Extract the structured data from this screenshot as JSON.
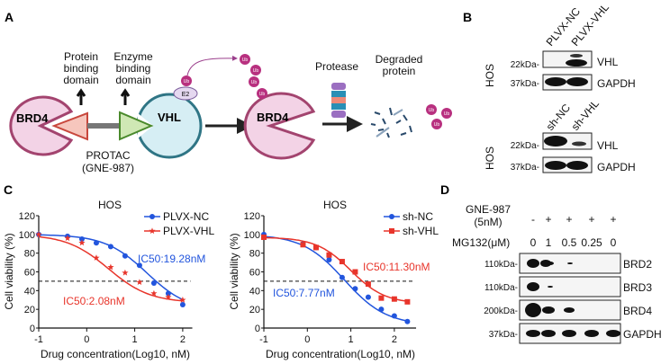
{
  "panel_labels": {
    "a": "A",
    "b": "B",
    "c": "C",
    "d": "D"
  },
  "panel_a": {
    "protein_domain": [
      "Protein",
      "binding",
      "domain"
    ],
    "enzyme_domain": [
      "Enzyme",
      "binding",
      "domain"
    ],
    "brd4": "BRD4",
    "vhl": "VHL",
    "e2": "E2",
    "ub": "Ub",
    "protac": "PROTAC",
    "protac_name": "(GNE-987)",
    "protease": "Protease",
    "degraded": [
      "Degraded",
      "protein"
    ],
    "colors": {
      "brd4": "#f3d3e6",
      "brd4_edge": "#a3446f",
      "vhl": "#d6eef4",
      "vhl_edge": "#2f7585",
      "ub": "#b8307f",
      "protein_ligand": "#f6c6bd",
      "enzyme_ligand": "#cfe8b4"
    }
  },
  "panel_b": {
    "cell_line": "HOS",
    "blot1": {
      "lanes": [
        "PLVX-NC",
        "PLVX-VHL"
      ],
      "rows": [
        {
          "marker": "22kDa-",
          "protein": "VHL"
        },
        {
          "marker": "37kDa-",
          "protein": "GAPDH"
        }
      ]
    },
    "blot2": {
      "lanes": [
        "sh-NC",
        "sh-VHL"
      ],
      "rows": [
        {
          "marker": "22kDa-",
          "protein": "VHL"
        },
        {
          "marker": "37kDa-",
          "protein": "GAPDH"
        }
      ]
    }
  },
  "panel_d": {
    "gne_label": "GNE-987",
    "gne_unit": "(5nM)",
    "gne_values": [
      "-",
      "+",
      "+",
      "+",
      "+"
    ],
    "mg132_label": "MG132(μM)",
    "mg132_values": [
      "0",
      "1",
      "0.5",
      "0.25",
      "0"
    ],
    "rows": [
      {
        "marker": "110kDa-",
        "protein": "BRD2"
      },
      {
        "marker": "110kDa-",
        "protein": "BRD3"
      },
      {
        "marker": "200kDa-",
        "protein": "BRD4"
      },
      {
        "marker": "37kDa-",
        "protein": "GAPDH"
      }
    ]
  },
  "chart_data": [
    {
      "type": "line",
      "title": "HOS",
      "xlabel": "Drug concentration(Log10, nM)",
      "ylabel": "Cell viability (%)",
      "xlim": [
        -1,
        2.2
      ],
      "ylim": [
        0,
        120
      ],
      "xticks": [
        "-1",
        "0",
        "1",
        "2"
      ],
      "yticks": [
        "0",
        "20",
        "40",
        "60",
        "80",
        "100",
        "120"
      ],
      "reference_line_y": 50,
      "legend": "top-right",
      "x": [
        -1,
        -0.4,
        -0.1,
        0.2,
        0.5,
        0.8,
        1.1,
        1.4,
        1.7,
        2.0
      ],
      "series": [
        {
          "name": "PLVX-NC",
          "color": "#2255dd",
          "marker": "circle",
          "values": [
            100,
            98,
            95,
            91,
            87,
            77,
            67,
            48,
            37,
            25
          ],
          "annotation": "IC50:19.28nM"
        },
        {
          "name": "PLVX-VHL",
          "color": "#e8352b",
          "marker": "star",
          "values": [
            100,
            96,
            91,
            75,
            65,
            59,
            49,
            37,
            33,
            30
          ],
          "annotation": "IC50:2.08nM"
        }
      ]
    },
    {
      "type": "line",
      "title": "HOS",
      "xlabel": "Drug concentration(Log10, nM)",
      "ylabel": "Cell viability (%)",
      "xlim": [
        -1,
        2.5
      ],
      "ylim": [
        0,
        120
      ],
      "xticks": [
        "-1",
        "0",
        "1",
        "2"
      ],
      "yticks": [
        "0",
        "20",
        "40",
        "60",
        "80",
        "100",
        "120"
      ],
      "reference_line_y": 50,
      "legend": "top-right",
      "x": [
        -1,
        -0.1,
        0.2,
        0.5,
        0.8,
        1.1,
        1.4,
        1.7,
        2.0,
        2.3
      ],
      "series": [
        {
          "name": "sh-NC",
          "color": "#2255dd",
          "marker": "circle",
          "values": [
            100,
            90,
            86,
            73,
            54,
            42,
            33,
            20,
            13,
            7
          ],
          "annotation": "IC50:7.77nM"
        },
        {
          "name": "sh-VHL",
          "color": "#e8352b",
          "marker": "square",
          "values": [
            97,
            89,
            86,
            78,
            71,
            60,
            47,
            32,
            31,
            28
          ],
          "annotation": "IC50:11.30nM"
        }
      ]
    }
  ]
}
